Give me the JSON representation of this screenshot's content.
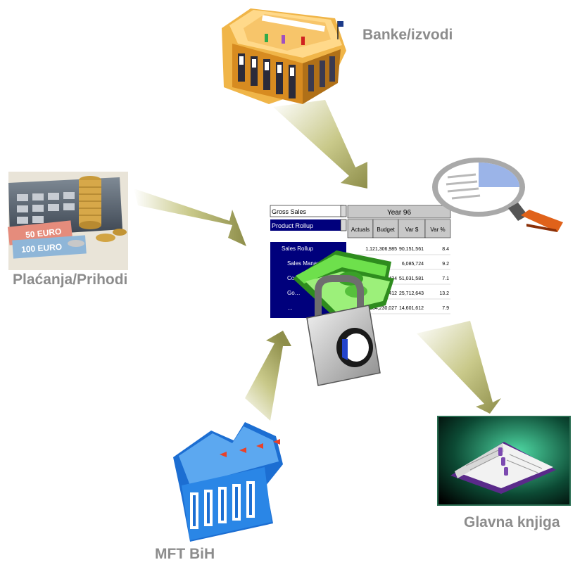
{
  "labels": {
    "banks": "Banke/izvodi",
    "payments": "Plaćanja/Prihodi",
    "ministry": "MFT BiH",
    "ledger": "Glavna knjiga"
  },
  "spreadsheet": {
    "selector_measure": "Gross Sales",
    "selector_dimension": "Product Rollup",
    "group_header": "Year 96",
    "columns": [
      "Actuals",
      "Budget",
      "Var $",
      "Var %"
    ],
    "rows": [
      {
        "label": "Sales Rollup",
        "values": [
          "",
          "1,121,306,985",
          "90,151,561",
          "8.4"
        ]
      },
      {
        "label": "Sales Management",
        "values": [
          "",
          "",
          "6,085,724",
          "9.2"
        ]
      },
      {
        "label": "Commercial",
        "values": [
          "",
          "…434",
          "51,031,581",
          "7.1"
        ]
      },
      {
        "label": "Go…",
        "values": [
          "",
          "…230,412",
          "25,712,643",
          "13.2"
        ]
      },
      {
        "label": "…",
        "values": [
          "",
          "184,230,027",
          "14,601,612",
          "7.9"
        ]
      }
    ]
  },
  "colors": {
    "arrow": "#a4a45c",
    "label_text": "#8c8c8c",
    "sheet_header": "#00007c",
    "blue_building": "#2f7fd6",
    "yellow_building": "#e8a63a"
  },
  "icons": [
    "bank-building-icon",
    "calculator-money-icon",
    "blue-government-building-icon",
    "ledger-book-icon",
    "magnifier-icon",
    "money-padlock-icon"
  ]
}
